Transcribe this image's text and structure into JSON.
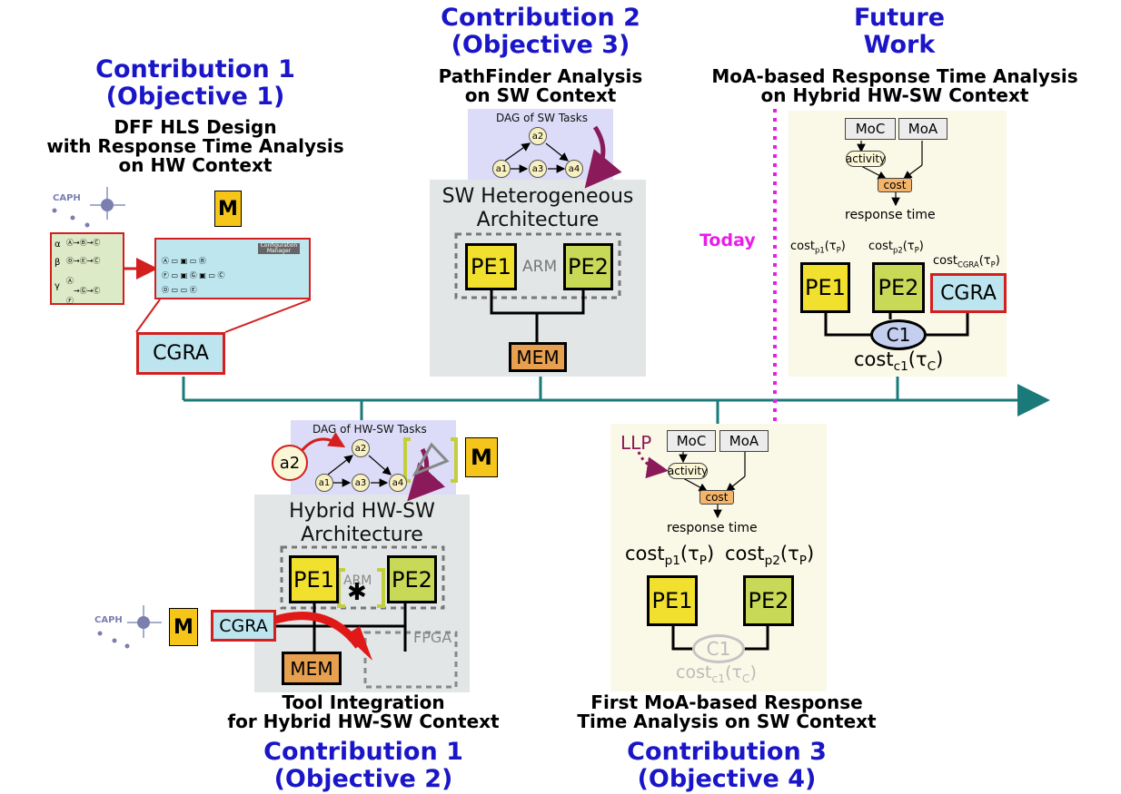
{
  "titles": {
    "c1_top_line1": "Contribution 1",
    "c1_top_line2": "(Objective 1)",
    "c1_top_sub1": "DFF HLS Design",
    "c1_top_sub2": "with Response Time Analysis",
    "c1_top_sub3": "on HW Context",
    "c2_line1": "Contribution 2",
    "c2_line2": "(Objective 3)",
    "c2_sub1": "PathFinder Analysis",
    "c2_sub2": "on SW Context",
    "fw_line1": "Future",
    "fw_line2": "Work",
    "fw_sub1": "MoA-based Response Time Analysis",
    "fw_sub2": "on Hybrid HW-SW Context",
    "c1b_sub1": "Tool Integration",
    "c1b_sub2": "for Hybrid HW-SW Context",
    "c1b_line1": "Contribution 1",
    "c1b_line2": "(Objective 2)",
    "c3_sub1": "First MoA-based Response",
    "c3_sub2": "Time Analysis on SW Context",
    "c3_line1": "Contribution 3",
    "c3_line2": "(Objective 4)"
  },
  "labels": {
    "caph": "CAPH",
    "cgra": "CGRA",
    "dag_sw": "DAG of SW Tasks",
    "dag_hwsw": "DAG of HW-SW Tasks",
    "sw_arch_1": "SW Heterogeneous",
    "sw_arch_2": "Architecture",
    "hybrid_arch_1": "Hybrid HW-SW",
    "hybrid_arch_2": "Architecture",
    "pe1": "PE1",
    "pe2": "PE2",
    "arm": "ARM",
    "mem": "MEM",
    "fpga": "FPGA",
    "moc": "MoC",
    "moa": "MoA",
    "activity": "activity",
    "cost": "cost",
    "response_time": "response time",
    "today": "Today",
    "llp": "LLP",
    "c1": "C1",
    "a1": "a1",
    "a2": "a2",
    "a3": "a3",
    "a4": "a4",
    "cost_word": "cost",
    "cost_p1": "p1",
    "cost_p2": "p2",
    "cost_cgra": "CGRA",
    "cost_c1": "c1",
    "tau_p": "(τ",
    "tau_p_sub": "P",
    "tau_c_sub": "C",
    "mini_greek_alpha": "α",
    "mini_greek_beta": "β",
    "mini_greek_gamma": "γ",
    "config_manager": "Configuration Manager"
  },
  "colors": {
    "title_blue": "#1a16c8",
    "timeline": "#1a7a7a",
    "today_line": "#e81ee8",
    "arrow_purple": "#8a1a5a",
    "cgra_red": "#d41f1f"
  }
}
